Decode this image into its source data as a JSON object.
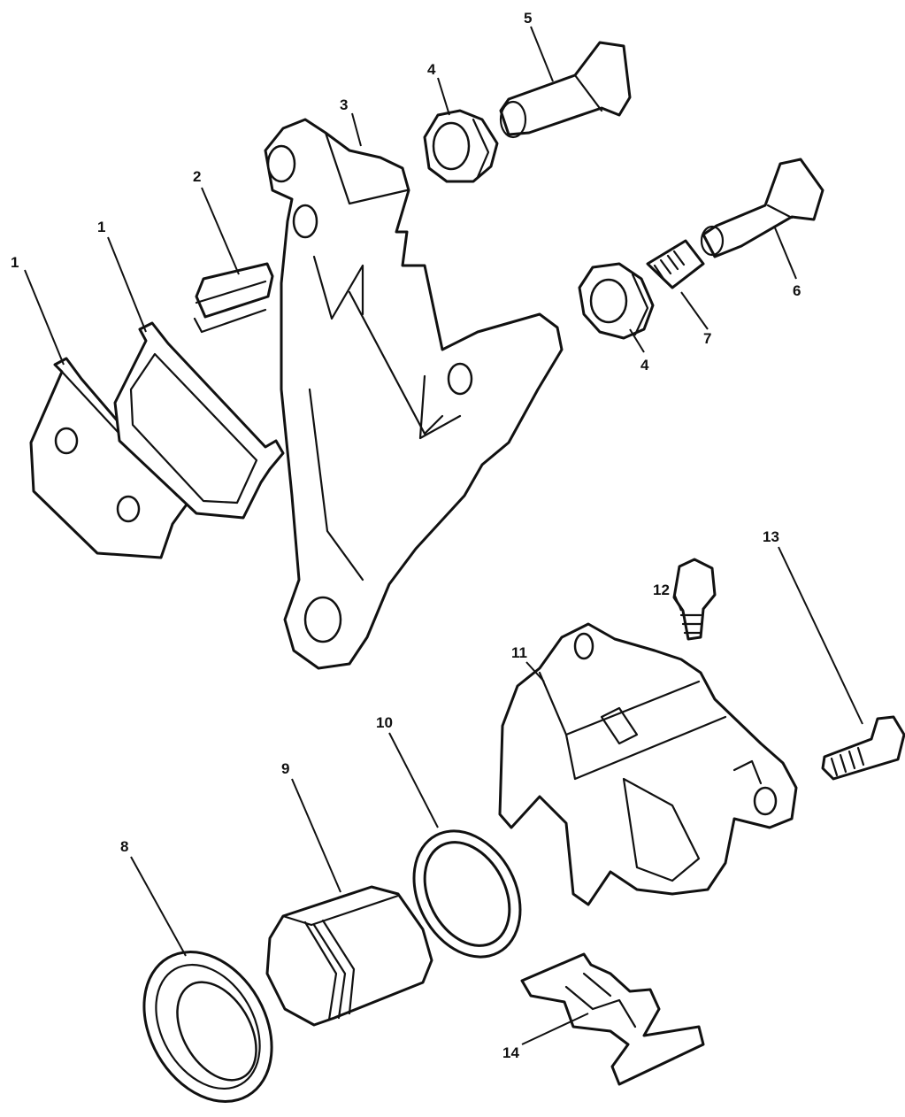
{
  "callouts": {
    "c1a": "1",
    "c1b": "1",
    "c2": "2",
    "c3": "3",
    "c4a": "4",
    "c4b": "4",
    "c5": "5",
    "c6": "6",
    "c7": "7",
    "c8": "8",
    "c9": "9",
    "c10": "10",
    "c11": "11",
    "c12": "12",
    "c13": "13",
    "c14": "14"
  },
  "parts": [
    {
      "id": "c1a",
      "name": "brake-pad-outer"
    },
    {
      "id": "c1b",
      "name": "brake-pad-inner"
    },
    {
      "id": "c2",
      "name": "pad-spring-clip"
    },
    {
      "id": "c3",
      "name": "caliper-bracket"
    },
    {
      "id": "c4a",
      "name": "guide-pin-boot-upper"
    },
    {
      "id": "c4b",
      "name": "guide-pin-boot-lower"
    },
    {
      "id": "c5",
      "name": "guide-pin-upper"
    },
    {
      "id": "c6",
      "name": "guide-pin-lower"
    },
    {
      "id": "c7",
      "name": "pin-sleeve"
    },
    {
      "id": "c8",
      "name": "dust-seal"
    },
    {
      "id": "c9",
      "name": "piston"
    },
    {
      "id": "c10",
      "name": "piston-seal"
    },
    {
      "id": "c11",
      "name": "caliper-body"
    },
    {
      "id": "c12",
      "name": "bleed-screw"
    },
    {
      "id": "c13",
      "name": "mounting-bolt"
    },
    {
      "id": "c14",
      "name": "anti-rattle-spring"
    }
  ]
}
